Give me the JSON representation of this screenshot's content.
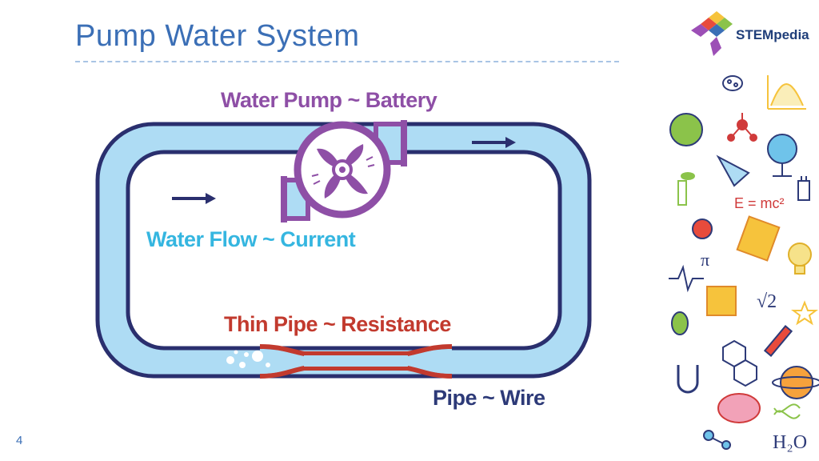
{
  "slide": {
    "title": "Pump Water System",
    "page_number": "4"
  },
  "logo": {
    "text": "STEMpedia"
  },
  "diagram": {
    "labels": {
      "pump": "Water Pump ~ Battery",
      "flow": "Water Flow ~ Current",
      "thin_pipe": "Thin Pipe ~ Resistance",
      "pipe": "Pipe ~ Wire"
    },
    "colors": {
      "pipe_fill": "#aedcf4",
      "pipe_outline": "#2a2f6e",
      "pump": "#8e4fa6",
      "flow": "#35b6e0",
      "resistance": "#c23a2e",
      "wire_label": "#2d3a78"
    }
  },
  "doodles": {
    "formula": "E = mc²",
    "pi": "π",
    "sqrt": "√2",
    "water": "H₂O",
    "icons": [
      "microbe-icon",
      "graph-icon",
      "globe-icon",
      "molecule-icon",
      "rocket-icon",
      "plant-icon",
      "plug-icon",
      "apple-icon",
      "book-icon",
      "bulb-icon",
      "waveform-icon",
      "abacus-icon",
      "star-icon",
      "pill-icon",
      "test-tube-icon",
      "magnet-icon",
      "hexagon-structure-icon",
      "planet-icon",
      "brain-icon",
      "dna-icon"
    ]
  }
}
